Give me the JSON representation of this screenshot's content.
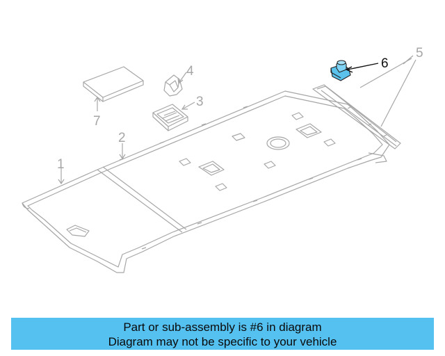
{
  "diagram": {
    "callouts": {
      "c1": "1",
      "c2": "2",
      "c3": "3",
      "c4": "4",
      "c5": "5",
      "c6": "6",
      "c7": "7"
    },
    "highlighted_part": "6",
    "highlight_color": "#5bc2ec",
    "line_color": "#a6a6a6"
  },
  "banner": {
    "line1": "Part or sub-assembly is #6 in diagram",
    "line2": "Diagram may not be specific to your vehicle",
    "background": "#55c1f1"
  }
}
